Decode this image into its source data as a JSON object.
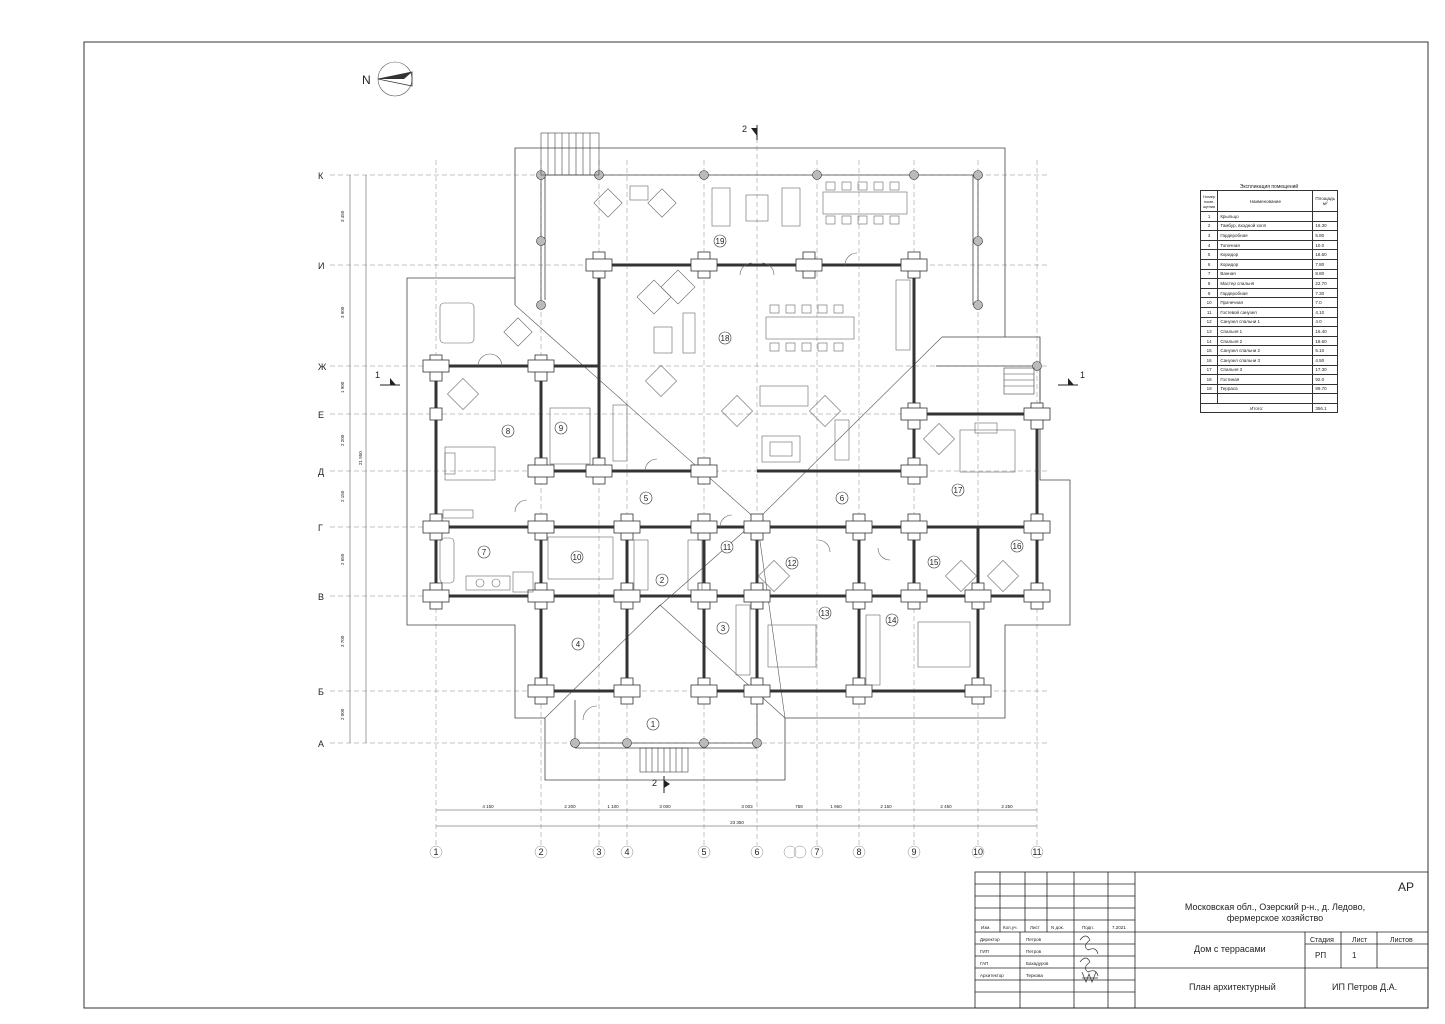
{
  "north": {
    "label": "N"
  },
  "axes": {
    "rows": [
      "К",
      "И",
      "Ж",
      "Е",
      "Д",
      "Г",
      "В",
      "Б",
      "А"
    ],
    "cols": [
      "1",
      "2",
      "3",
      "4",
      "5",
      "6",
      "7",
      "8",
      "9",
      "10",
      "11"
    ],
    "row_dims": [
      "3 450",
      "3 900",
      "1 900",
      "2 200",
      "2 150",
      "2 650",
      "3 700",
      "2 000"
    ],
    "row_total": "21 950",
    "col_dims": [
      "4 150",
      "2 200",
      "1 100",
      "3 000",
      "3 003",
      "758",
      "1 950",
      "2 150",
      "2 450",
      "2 250"
    ],
    "col_total": "23 350"
  },
  "sections": {
    "s1": "1",
    "s2": "2"
  },
  "rooms": [
    "1",
    "2",
    "3",
    "4",
    "5",
    "6",
    "7",
    "8",
    "9",
    "10",
    "11",
    "12",
    "13",
    "14",
    "15",
    "16",
    "17",
    "18",
    "19"
  ],
  "explication": {
    "title": "Экспликация помещений",
    "col_no": "Номер поме- щения",
    "col_name": "Наименование",
    "col_area": "Площадь м²",
    "rows": [
      {
        "n": "1",
        "name": "Крыльцо",
        "area": ""
      },
      {
        "n": "2",
        "name": "Тамбур, входной холл",
        "area": "16.30"
      },
      {
        "n": "3",
        "name": "Гардеробная",
        "area": "5.80"
      },
      {
        "n": "4",
        "name": "Топочная",
        "area": "10.0"
      },
      {
        "n": "5",
        "name": "Коридор",
        "area": "18.60"
      },
      {
        "n": "6",
        "name": "Коридор",
        "area": "7.80"
      },
      {
        "n": "7",
        "name": "Ванная",
        "area": "8.80"
      },
      {
        "n": "8",
        "name": "Мастер спальня",
        "area": "22.70"
      },
      {
        "n": "9",
        "name": "Гардеробная",
        "area": "7.30"
      },
      {
        "n": "10",
        "name": "Прачечная",
        "area": "7.0"
      },
      {
        "n": "11",
        "name": "Гостевой санузел",
        "area": "4.10"
      },
      {
        "n": "12",
        "name": "Санузел спальни 1",
        "area": "4.0"
      },
      {
        "n": "13",
        "name": "Спальня 1",
        "area": "16.40"
      },
      {
        "n": "14",
        "name": "Спальня 2",
        "area": "18.60"
      },
      {
        "n": "15",
        "name": "Санузел спальни 2",
        "area": "5.10"
      },
      {
        "n": "16",
        "name": "Санузел спальни 3",
        "area": "4.50"
      },
      {
        "n": "17",
        "name": "Спальня 3",
        "area": "17.30"
      },
      {
        "n": "18",
        "name": "Гостиная",
        "area": "92.0"
      },
      {
        "n": "19",
        "name": "Терраса",
        "area": "89.70"
      },
      {
        "n": "",
        "name": "",
        "area": ""
      }
    ],
    "total_label": "Итого:",
    "total_area": "356.1"
  },
  "title_block": {
    "code": "АР",
    "address": "Московская обл., Озерский р-н., д. Ледово, фермерское хозяйство",
    "project": "Дом с террасами",
    "sheet_name": "План архитектурный",
    "company": "ИП Петров Д.А.",
    "stage_label": "Стадия",
    "sheet_label": "Лист",
    "sheets_label": "Листов",
    "stage": "РП",
    "sheet": "1",
    "sheets": "",
    "date": "7.2021",
    "head": {
      "izm": "Изм.",
      "kol": "Кол.уч.",
      "list": "Лист",
      "doc": "N док.",
      "sign": "Подп."
    },
    "people": [
      {
        "role": "Директор",
        "name": "Петров"
      },
      {
        "role": "ГИП",
        "name": "Петров"
      },
      {
        "role": "ГАП",
        "name": "Бахадуров"
      },
      {
        "role": "Архитектор",
        "name": "Теркова"
      }
    ]
  }
}
